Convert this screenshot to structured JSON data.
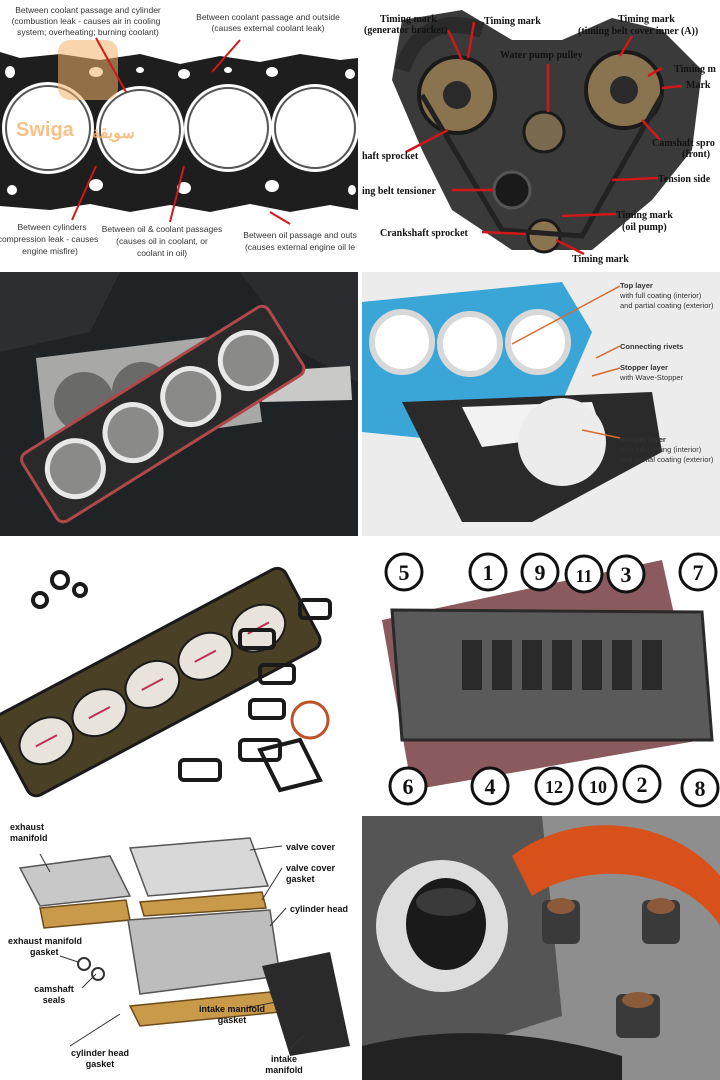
{
  "panel1": {
    "labels": {
      "top_left": [
        "Between coolant passage and cylinder",
        "(combustion leak - causes air in cooling",
        "system; overheating; burning coolant)"
      ],
      "top_right": [
        "Between coolant passage and outside",
        "(causes external coolant leak)"
      ],
      "bottom_left": [
        "Between cylinders",
        "compression leak - causes",
        "engine misfire)"
      ],
      "bottom_mid": [
        "Between oil & coolant passages",
        "(causes oil in coolant, or",
        "coolant in oil)"
      ],
      "bottom_right": [
        "Between oil passage and outs",
        "(causes external engine oil le"
      ]
    },
    "watermark": {
      "latin": "Swiga",
      "arabic": "سويقة"
    }
  },
  "panel2": {
    "labels": {
      "tm_gen1": "Timing mark",
      "tm_gen2": "(generator bracket)",
      "tm_top": "Timing mark",
      "tm_belt1": "Timing mark",
      "tm_belt2": "(timing belt cover inner (A))",
      "tm_n": "Timing m",
      "mark": "Mark",
      "water_pump": "Water pump pulley",
      "shaft_sprocket": "haft sprocket",
      "cam_sprocket1": "Camshaft spro",
      "cam_sprocket2": "(front)",
      "belt_tensioner": "ing belt tensioner",
      "tension_side": "Tension side",
      "crank_sprocket": "Crankshaft sprocket",
      "tm_oil1": "Timing mark",
      "tm_oil2": "(oil pump)",
      "tm_bottom": "Timing mark"
    }
  },
  "panel4": {
    "labels": {
      "top_layer": "Top layer",
      "top_layer_desc1": "with full coating (interior)",
      "top_layer_desc2": "and partial coating (exterior)",
      "rivets": "Connecting rivets",
      "stopper": "Stopper layer",
      "stopper_desc": "with Wave-Stopper",
      "bottom_layer": "Bottom layer",
      "bottom_layer_desc1": "with full coating (interior)",
      "bottom_layer_desc2": "and partial coating (exterior)"
    }
  },
  "panel6": {
    "numbers_top": [
      "5",
      "1",
      "9",
      "11",
      "3",
      "7"
    ],
    "numbers_bottom": [
      "6",
      "4",
      "12",
      "10",
      "2",
      "8"
    ]
  },
  "panel7": {
    "labels": {
      "exhaust_manifold": [
        "exhaust",
        "manifold"
      ],
      "exhaust_gasket": [
        "exhaust manifold",
        "gasket"
      ],
      "camshaft_seals": [
        "camshaft",
        "seals"
      ],
      "head_gasket": [
        "cylinder head",
        "gasket"
      ],
      "valve_cover": "valve cover",
      "valve_cover_gasket": [
        "valve cover",
        "gasket"
      ],
      "cylinder_head": "cylinder head",
      "intake_gasket": [
        "intake manifold",
        "gasket"
      ],
      "intake_manifold": [
        "intake",
        "manifold"
      ]
    }
  },
  "colors": {
    "gasket_dark": "#1e1e1e",
    "label_red": "#d01818",
    "orange_seal": "#d8501a",
    "blue_layer": "#3aa6d8",
    "maroon_bg": "#8a5a5f"
  }
}
